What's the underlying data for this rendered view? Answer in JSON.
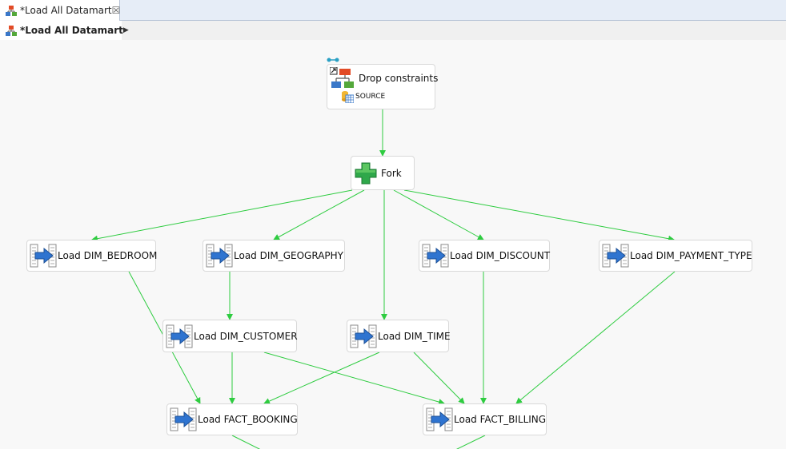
{
  "tab": {
    "title": "*Load All Datamart",
    "close": "☒"
  },
  "breadcrumb": {
    "label": "*Load All Datamart",
    "arrow": "▶"
  },
  "nodes": {
    "drop_constraints": {
      "label": "Drop constraints",
      "sub": "SOURCE"
    },
    "fork": {
      "label": "Fork"
    },
    "dim_bedroom": {
      "label": "Load DIM_BEDROOM"
    },
    "dim_geography": {
      "label": "Load DIM_GEOGRAPHY"
    },
    "dim_discount": {
      "label": "Load DIM_DISCOUNT"
    },
    "dim_payment_type": {
      "label": "Load DIM_PAYMENT_TYPE"
    },
    "dim_customer": {
      "label": "Load DIM_CUSTOMER"
    },
    "dim_time": {
      "label": "Load DIM_TIME"
    },
    "fact_booking": {
      "label": "Load FACT_BOOKING"
    },
    "fact_billing": {
      "label": "Load FACT_BILLING"
    }
  },
  "colors": {
    "edge": "#2ecc40",
    "tab_bg": "#e6edf7"
  },
  "icons": {
    "workflow": "workflow-icon",
    "transformation": "transformation-icon",
    "fork": "fork-plus-icon",
    "datasource": "datasource-icon",
    "link": "link-icon"
  }
}
